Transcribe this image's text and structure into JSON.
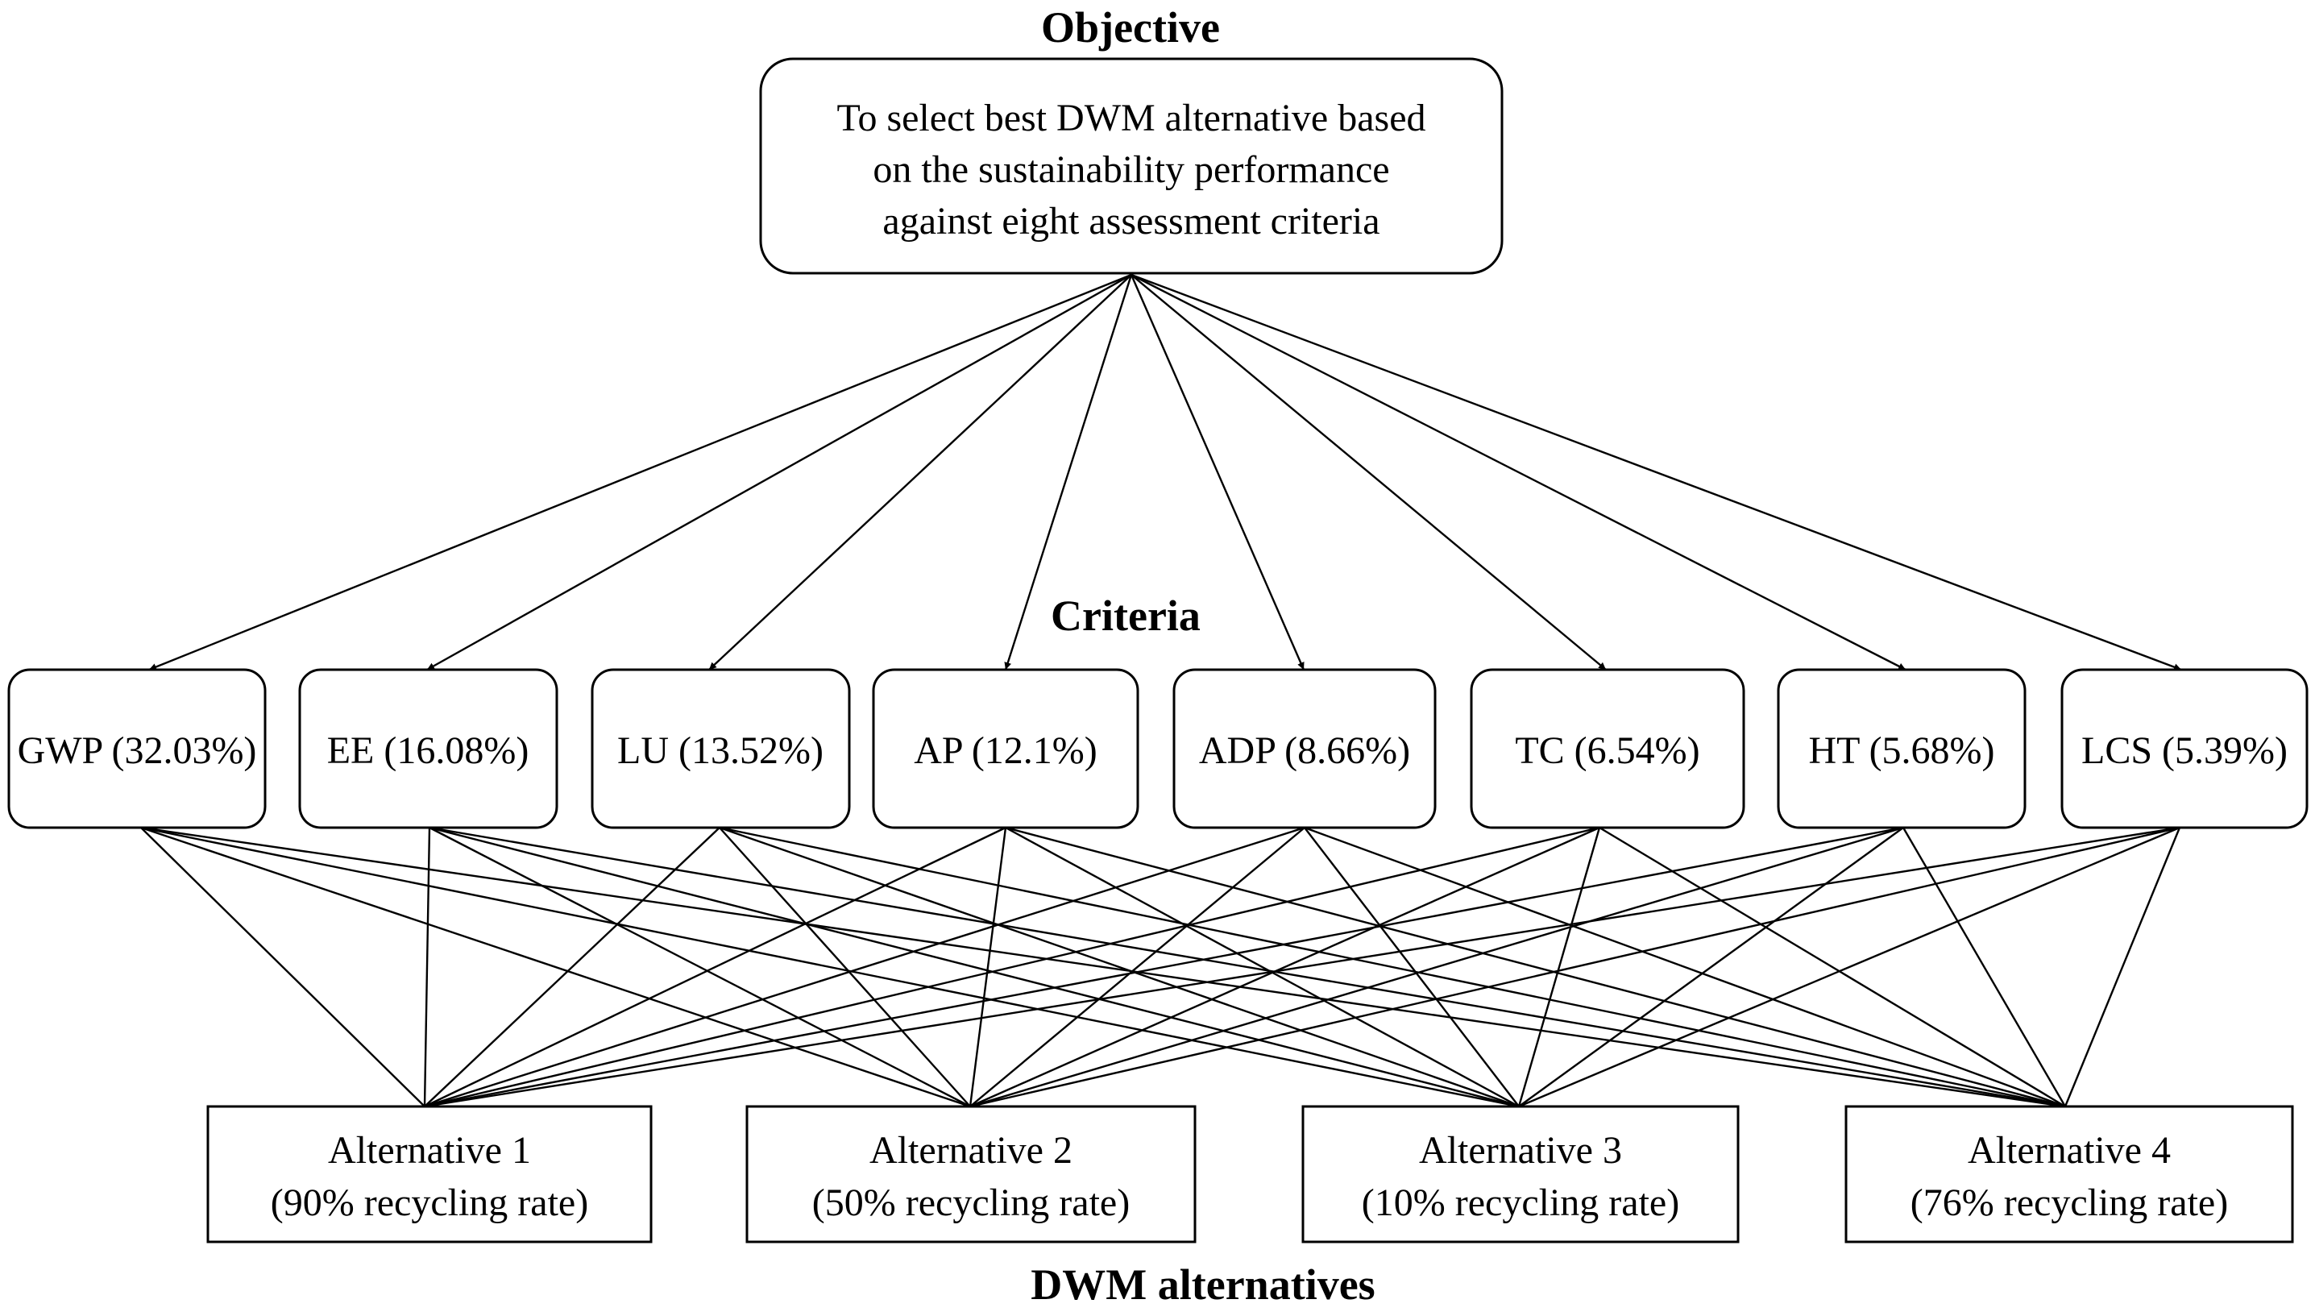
{
  "headings": {
    "objective": "Objective",
    "criteria": "Criteria",
    "alternatives": "DWM alternatives"
  },
  "objective": {
    "lines": [
      "To select best DWM alternative based",
      "on the sustainability performance",
      "against eight assessment criteria"
    ]
  },
  "criteria": [
    {
      "id": "gwp",
      "label": "GWP (32.03%)"
    },
    {
      "id": "ee",
      "label": "EE (16.08%)"
    },
    {
      "id": "lu",
      "label": "LU (13.52%)"
    },
    {
      "id": "ap",
      "label": "AP (12.1%)"
    },
    {
      "id": "adp",
      "label": "ADP (8.66%)"
    },
    {
      "id": "tc",
      "label": "TC (6.54%)"
    },
    {
      "id": "ht",
      "label": "HT (5.68%)"
    },
    {
      "id": "lcs",
      "label": "LCS (5.39%)"
    }
  ],
  "alternatives": [
    {
      "id": "alt1",
      "title": "Alternative 1",
      "subtitle": "(90% recycling rate)"
    },
    {
      "id": "alt2",
      "title": "Alternative 2",
      "subtitle": "(50% recycling rate)"
    },
    {
      "id": "alt3",
      "title": "Alternative 3",
      "subtitle": "(10% recycling rate)"
    },
    {
      "id": "alt4",
      "title": "Alternative 4",
      "subtitle": "(76% recycling rate)"
    }
  ],
  "colors": {
    "line": "#000000",
    "background": "#ffffff"
  }
}
